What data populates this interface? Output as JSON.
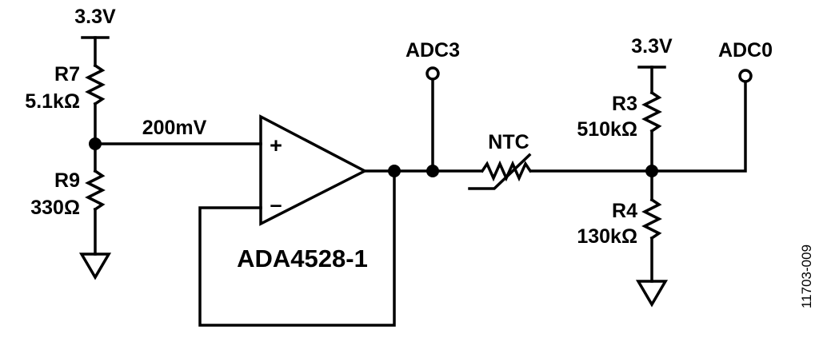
{
  "labels": {
    "supply_left": "3.3V",
    "r7_name": "R7",
    "r7_value": "5.1kΩ",
    "r9_name": "R9",
    "r9_value": "330Ω",
    "ref_voltage": "200mV",
    "opamp_plus": "+",
    "opamp_minus": "–",
    "opamp_part": "ADA4528-1",
    "adc3": "ADC3",
    "ntc": "NTC",
    "supply_right": "3.3V",
    "adc0": "ADC0",
    "r3_name": "R3",
    "r3_value": "510kΩ",
    "r4_name": "R4",
    "r4_value": "130kΩ",
    "figure_id": "11703-009"
  }
}
